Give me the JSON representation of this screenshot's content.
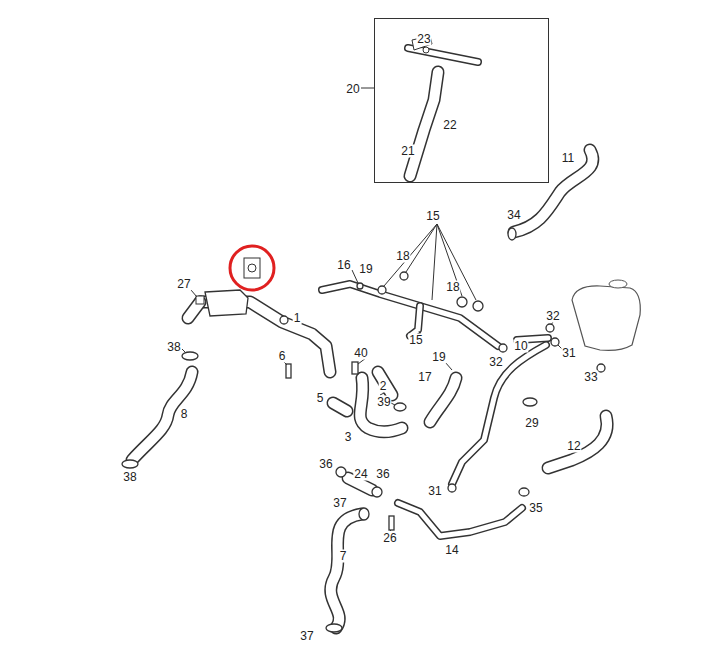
{
  "diagram": {
    "nodes": [
      {
        "text": [
          "20",
          "23",
          "22",
          "21"
        ]
      }
    ],
    "labels": [
      "11",
      "34",
      "15",
      "16",
      "19",
      "18",
      "18",
      "27",
      "32",
      "1",
      "38",
      "6",
      "40",
      "15",
      "19",
      "10",
      "32",
      "31",
      "33",
      "17",
      "2",
      "5",
      "39",
      "8",
      "3",
      "29",
      "12",
      "38",
      "36",
      "24",
      "36",
      "31",
      "37",
      "35",
      "26",
      "14",
      "7",
      "37"
    ]
  }
}
